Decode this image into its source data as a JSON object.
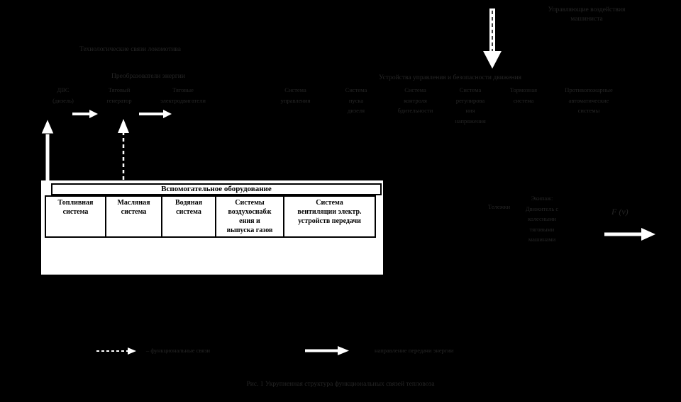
{
  "colors": {
    "background": "#000000",
    "dim_text": "#262626",
    "white": "#ffffff"
  },
  "top": {
    "driver_actions": [
      "Управляющие воздействия",
      "машиниста"
    ],
    "tech_links": "Технологические связи локомотива"
  },
  "energy_group": {
    "heading": "Преобразователи энергии",
    "items": [
      {
        "lines": [
          "ДВС",
          "(дизель)"
        ]
      },
      {
        "lines": [
          "Тяговый",
          "генератор"
        ]
      },
      {
        "lines": [
          "Тяговые",
          "электродвигатели"
        ]
      }
    ]
  },
  "control_group": {
    "heading": "Устройства управления и безопасности движения",
    "items": [
      {
        "lines": [
          "Система",
          "управления"
        ]
      },
      {
        "lines": [
          "Система",
          "пуска",
          "дизеля"
        ]
      },
      {
        "lines": [
          "Система",
          "контроля",
          "бдительности"
        ]
      },
      {
        "lines": [
          "Система",
          "регулирова",
          "ния",
          "напряжения"
        ]
      },
      {
        "lines": [
          "Тормозная",
          "система"
        ]
      },
      {
        "lines": [
          "Противопожарные",
          "автоматические",
          "системы"
        ]
      }
    ]
  },
  "aux_table": {
    "title": "Вспомогательное оборудование",
    "cells": [
      {
        "lines": [
          "Топливная",
          "система"
        ]
      },
      {
        "lines": [
          "Масляная",
          "система"
        ]
      },
      {
        "lines": [
          "Водяная",
          "система"
        ]
      },
      {
        "lines": [
          "Системы",
          "воздухоснабж",
          "ения и",
          "выпуска газов"
        ]
      },
      {
        "lines": [
          "Система",
          "вентиляции  электр.",
          "устройств передачи"
        ]
      }
    ]
  },
  "chassis": {
    "left_label": "Тележки",
    "description": [
      "Экипаж:",
      "Движитель с",
      "колесными",
      "тяговыми",
      "машинами"
    ],
    "force_label": "F (v)"
  },
  "legend": {
    "dashed_label": "– функциональные связи",
    "solid_label": "направление передачи энергии"
  },
  "caption": "Рис. 1 Укрупненная структура функциональных связей тепловоза"
}
